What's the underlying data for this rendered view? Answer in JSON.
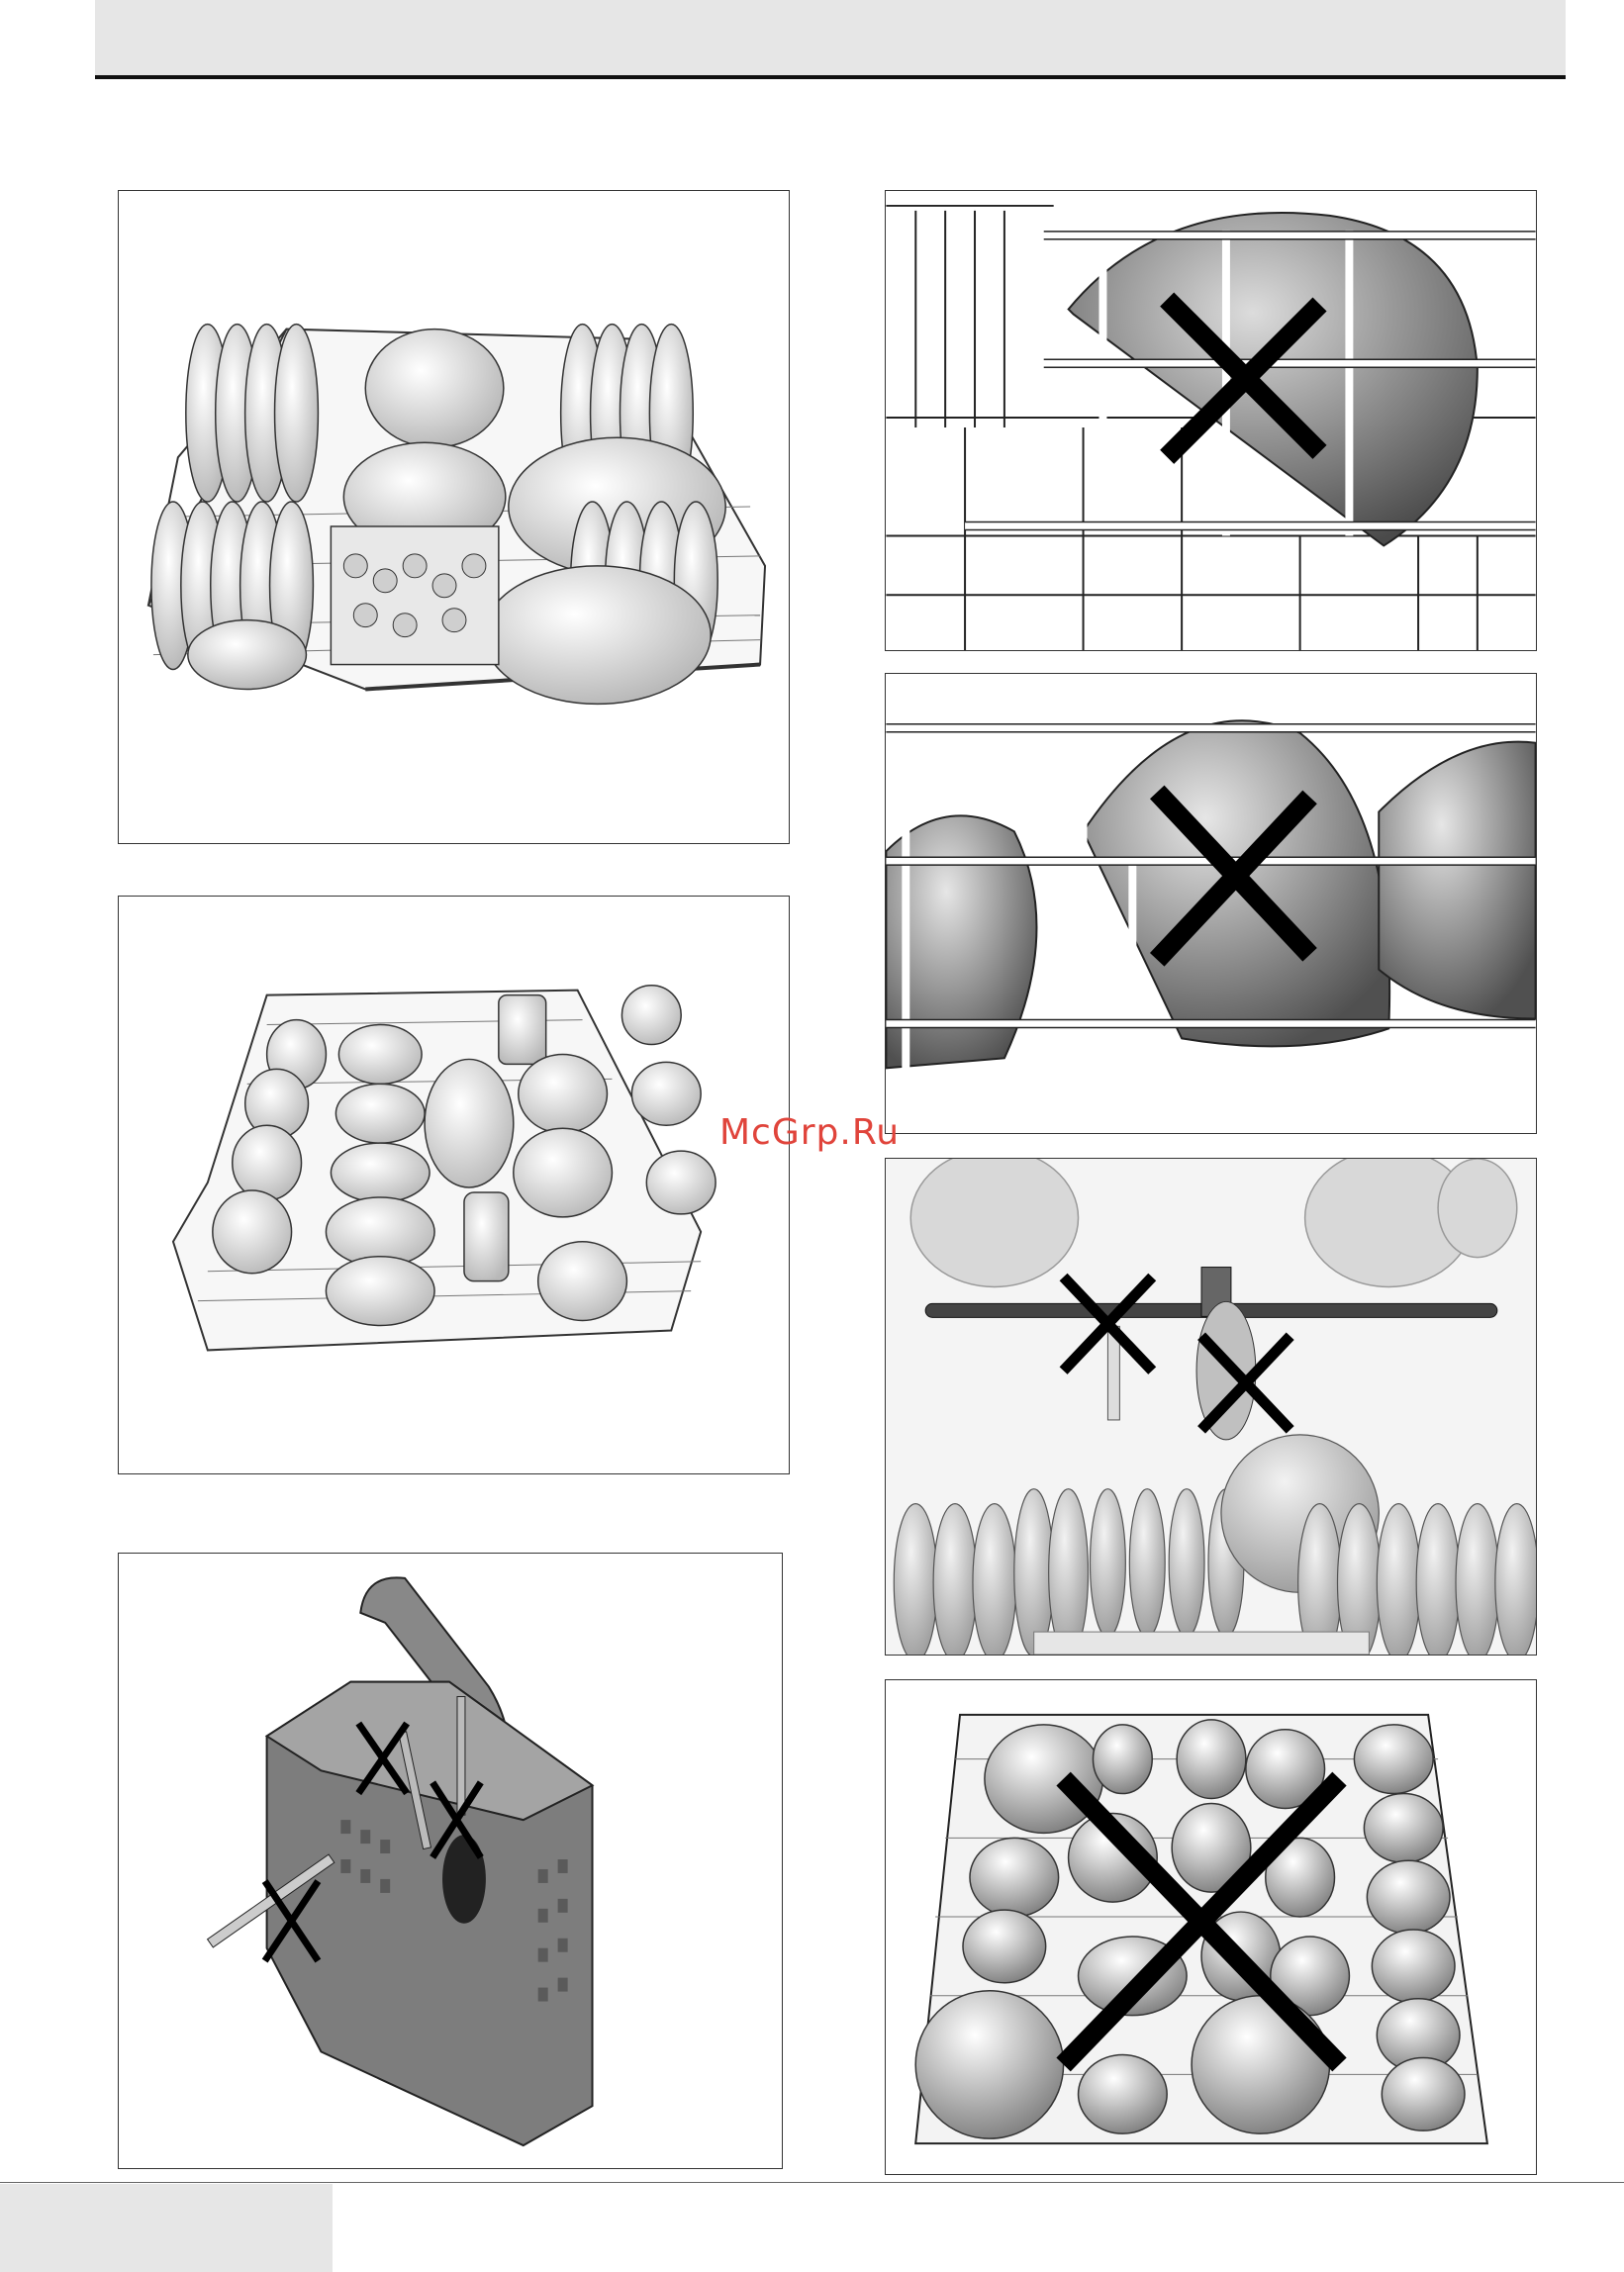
{
  "watermark": {
    "text": "McGrp.Ru",
    "color": "#e0443b"
  },
  "colors": {
    "header_band": "#e6e6e6",
    "rule": "#111111",
    "cross": "#000000",
    "frame": "#333333"
  },
  "figures": [
    {
      "id": "lower-basket-correct-loading",
      "icon": "dishwasher-lower-basket-loaded",
      "marked_wrong": false
    },
    {
      "id": "upper-basket-correct-loading",
      "icon": "dishwasher-upper-basket-loaded",
      "marked_wrong": false
    },
    {
      "id": "cutlery-basket-wrong-loading",
      "icon": "cutlery-basket",
      "marked_wrong": true
    },
    {
      "id": "bowls-wrong-orientation-1",
      "icon": "bowl-in-rack",
      "marked_wrong": true
    },
    {
      "id": "bowls-wrong-orientation-2",
      "icon": "bowl-in-rack",
      "marked_wrong": true
    },
    {
      "id": "spray-arm-blocked",
      "icon": "spray-arm",
      "marked_wrong": true
    },
    {
      "id": "upper-basket-overloaded",
      "icon": "dishwasher-upper-basket-overloaded",
      "marked_wrong": true
    }
  ]
}
